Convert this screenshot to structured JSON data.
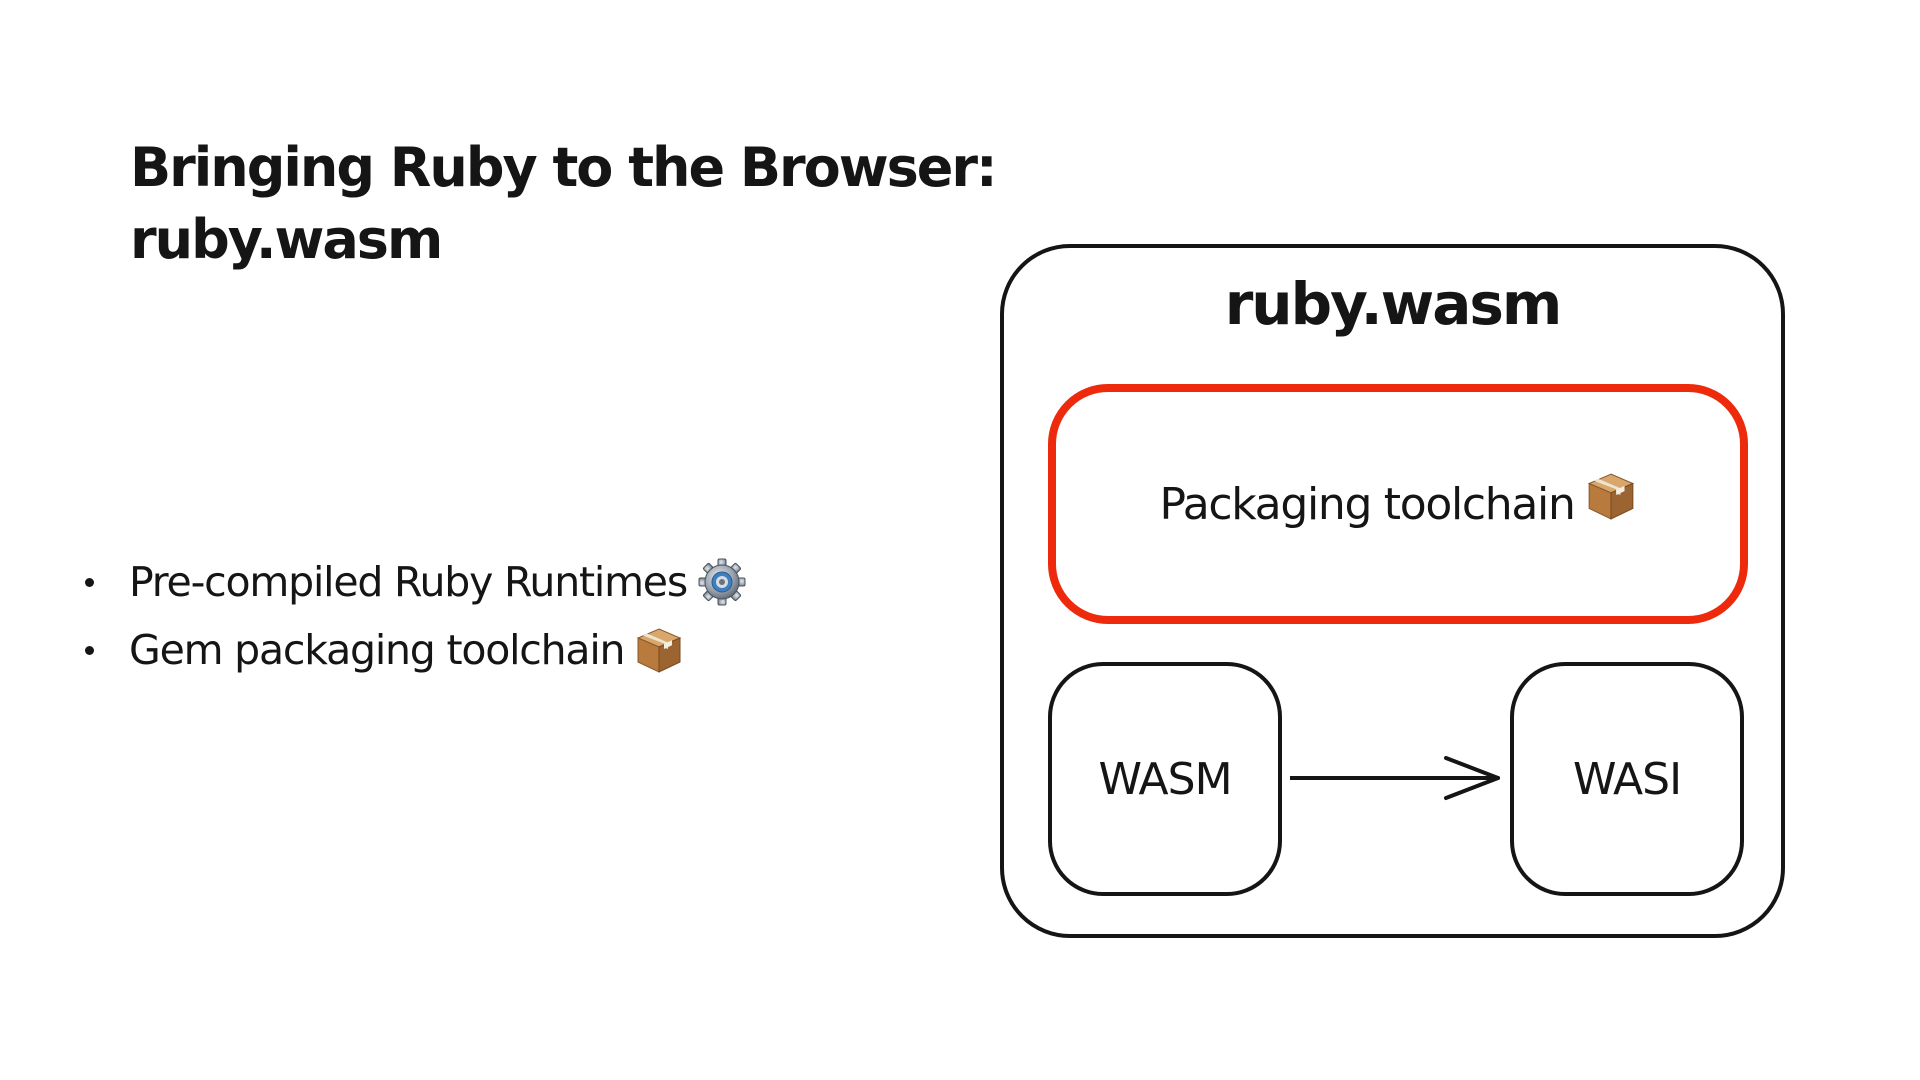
{
  "slide": {
    "title_line1": "Bringing Ruby to the Browser:",
    "title_line2": "ruby.wasm"
  },
  "bullets": [
    {
      "text": "Pre-compiled Ruby Runtimes",
      "icon": "gear-icon"
    },
    {
      "text": "Gem packaging toolchain",
      "icon": "package-icon"
    }
  ],
  "diagram": {
    "title": "ruby.wasm",
    "highlight_box": {
      "label": "Packaging toolchain",
      "icon": "package-icon",
      "border_color": "#ee2a0c"
    },
    "nodes": [
      {
        "label": "WASM"
      },
      {
        "label": "WASI"
      }
    ],
    "edge": {
      "from": "WASM",
      "to": "WASI"
    }
  },
  "colors": {
    "text": "#151515",
    "highlight": "#ee2a0c",
    "background": "#ffffff"
  }
}
